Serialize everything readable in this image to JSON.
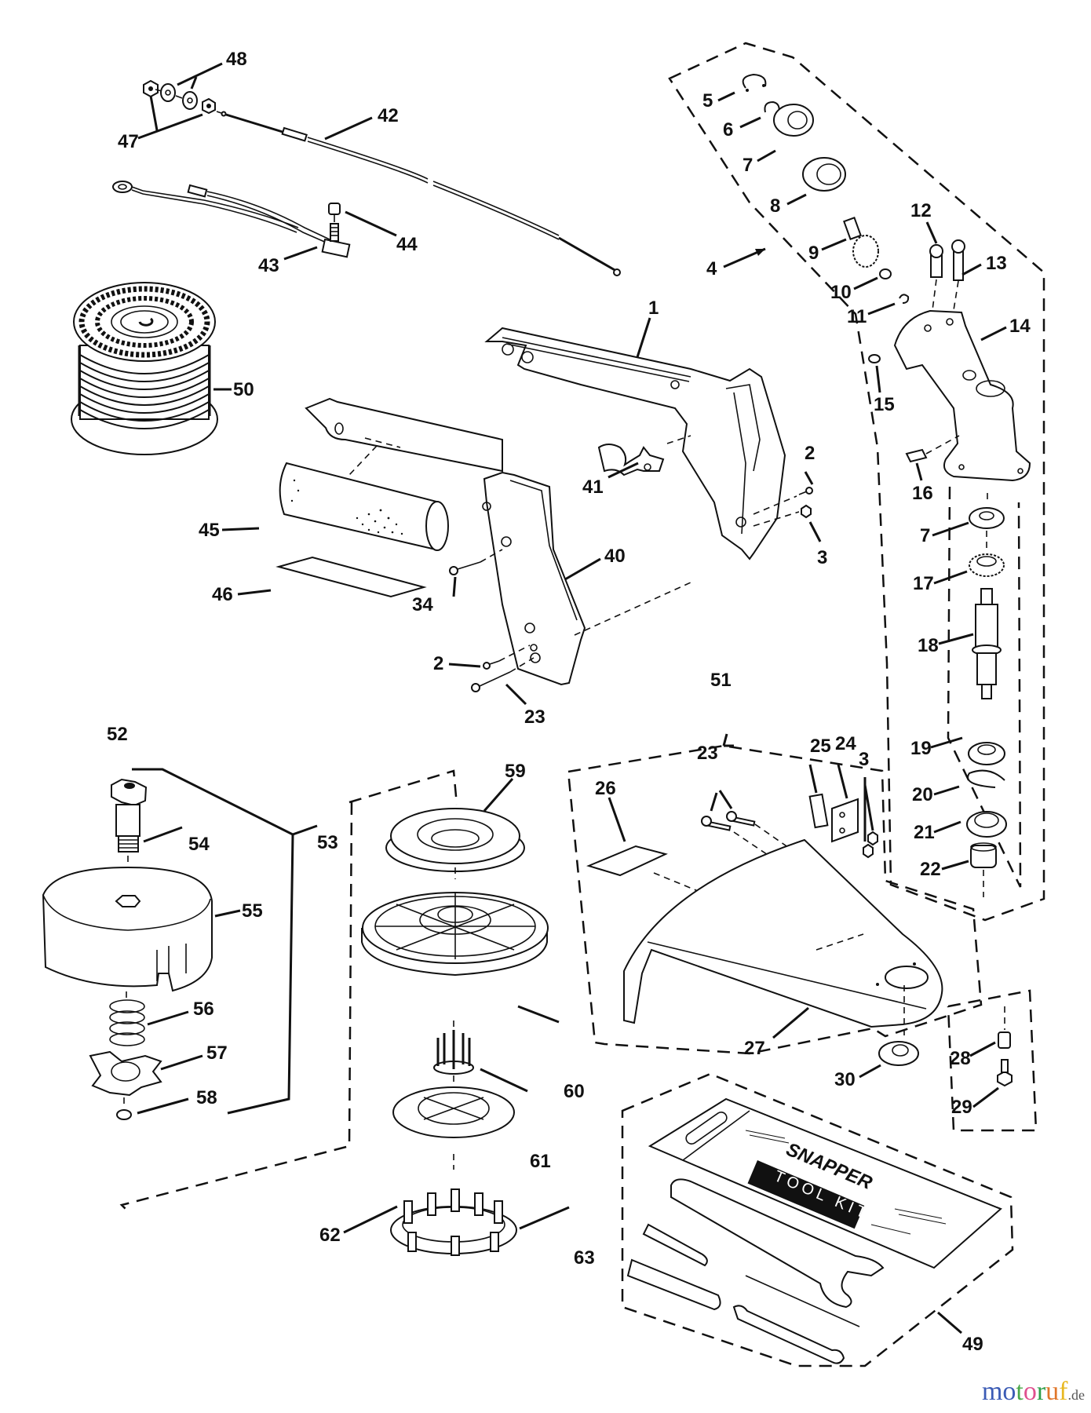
{
  "diagram": {
    "title": "Snapper string trimmer exploded parts diagram",
    "callouts": [
      {
        "id": "1",
        "text": "1"
      },
      {
        "id": "2a",
        "text": "2"
      },
      {
        "id": "2b",
        "text": "2"
      },
      {
        "id": "3a",
        "text": "3"
      },
      {
        "id": "3b",
        "text": "3"
      },
      {
        "id": "4",
        "text": "4"
      },
      {
        "id": "5",
        "text": "5"
      },
      {
        "id": "6",
        "text": "6"
      },
      {
        "id": "7a",
        "text": "7"
      },
      {
        "id": "7b",
        "text": "7"
      },
      {
        "id": "8",
        "text": "8"
      },
      {
        "id": "9",
        "text": "9"
      },
      {
        "id": "10",
        "text": "10"
      },
      {
        "id": "11",
        "text": "11"
      },
      {
        "id": "12",
        "text": "12"
      },
      {
        "id": "13",
        "text": "13"
      },
      {
        "id": "14",
        "text": "14"
      },
      {
        "id": "15",
        "text": "15"
      },
      {
        "id": "16",
        "text": "16"
      },
      {
        "id": "17",
        "text": "17"
      },
      {
        "id": "18",
        "text": "18"
      },
      {
        "id": "19",
        "text": "19"
      },
      {
        "id": "20",
        "text": "20"
      },
      {
        "id": "21",
        "text": "21"
      },
      {
        "id": "22",
        "text": "22"
      },
      {
        "id": "23a",
        "text": "23"
      },
      {
        "id": "23b",
        "text": "23"
      },
      {
        "id": "24",
        "text": "24"
      },
      {
        "id": "25",
        "text": "25"
      },
      {
        "id": "26",
        "text": "26"
      },
      {
        "id": "27",
        "text": "27"
      },
      {
        "id": "28",
        "text": "28"
      },
      {
        "id": "29",
        "text": "29"
      },
      {
        "id": "30",
        "text": "30"
      },
      {
        "id": "34",
        "text": "34"
      },
      {
        "id": "40",
        "text": "40"
      },
      {
        "id": "41",
        "text": "41"
      },
      {
        "id": "42",
        "text": "42"
      },
      {
        "id": "43",
        "text": "43"
      },
      {
        "id": "44",
        "text": "44"
      },
      {
        "id": "45",
        "text": "45"
      },
      {
        "id": "46",
        "text": "46"
      },
      {
        "id": "47",
        "text": "47"
      },
      {
        "id": "48",
        "text": "48"
      },
      {
        "id": "49",
        "text": "49"
      },
      {
        "id": "50",
        "text": "50"
      },
      {
        "id": "51",
        "text": "51"
      },
      {
        "id": "52",
        "text": "52"
      },
      {
        "id": "53",
        "text": "53"
      },
      {
        "id": "54",
        "text": "54"
      },
      {
        "id": "55",
        "text": "55"
      },
      {
        "id": "56",
        "text": "56"
      },
      {
        "id": "57",
        "text": "57"
      },
      {
        "id": "58",
        "text": "58"
      },
      {
        "id": "59",
        "text": "59"
      },
      {
        "id": "60",
        "text": "60"
      },
      {
        "id": "61",
        "text": "61"
      },
      {
        "id": "62",
        "text": "62"
      },
      {
        "id": "63",
        "text": "63"
      }
    ],
    "toolkit": {
      "brand": "SNAPPER",
      "label": "TOOL KIT"
    }
  },
  "watermark": {
    "letters": [
      {
        "ch": "m",
        "color": "#3b5bb5"
      },
      {
        "ch": "o",
        "color": "#3b5bb5"
      },
      {
        "ch": "t",
        "color": "#4aa84a"
      },
      {
        "ch": "o",
        "color": "#e0508f"
      },
      {
        "ch": "r",
        "color": "#2e9e4a"
      },
      {
        "ch": "u",
        "color": "#e0762a"
      },
      {
        "ch": "f",
        "color": "#e8b820"
      }
    ],
    "suffix": ".de"
  }
}
